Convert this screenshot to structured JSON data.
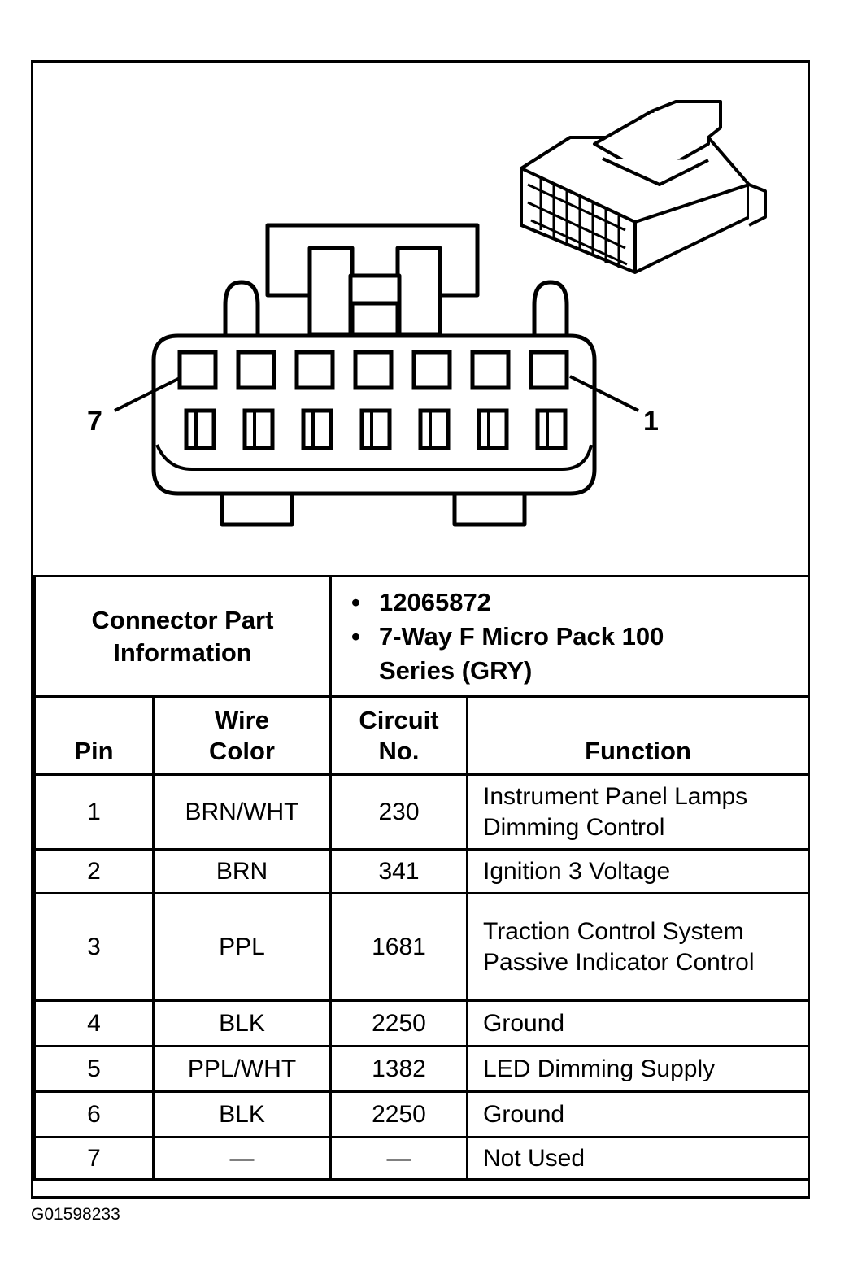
{
  "diagram": {
    "pin_label_left": "7",
    "pin_label_right": "1"
  },
  "connector_info": {
    "label": "Connector Part Information",
    "values": [
      "12065872",
      "7-Way F Micro Pack 100 Series (GRY)"
    ]
  },
  "table": {
    "headers": {
      "pin": "Pin",
      "wire_color": "Wire Color",
      "circuit_no": "Circuit No.",
      "function": "Function"
    },
    "rows": [
      {
        "pin": "1",
        "wire_color": "BRN/WHT",
        "circuit": "230",
        "function": "Instrument Panel Lamps Dimming Control"
      },
      {
        "pin": "2",
        "wire_color": "BRN",
        "circuit": "341",
        "function": "Ignition 3 Voltage"
      },
      {
        "pin": "3",
        "wire_color": "PPL",
        "circuit": "1681",
        "function": "Traction Control System Passive Indicator Control"
      },
      {
        "pin": "4",
        "wire_color": "BLK",
        "circuit": "2250",
        "function": "Ground"
      },
      {
        "pin": "5",
        "wire_color": "PPL/WHT",
        "circuit": "1382",
        "function": "LED Dimming Supply"
      },
      {
        "pin": "6",
        "wire_color": "BLK",
        "circuit": "2250",
        "function": "Ground"
      },
      {
        "pin": "7",
        "wire_color": "—",
        "circuit": "—",
        "function": "Not Used"
      }
    ]
  },
  "figure_id": "G01598233"
}
